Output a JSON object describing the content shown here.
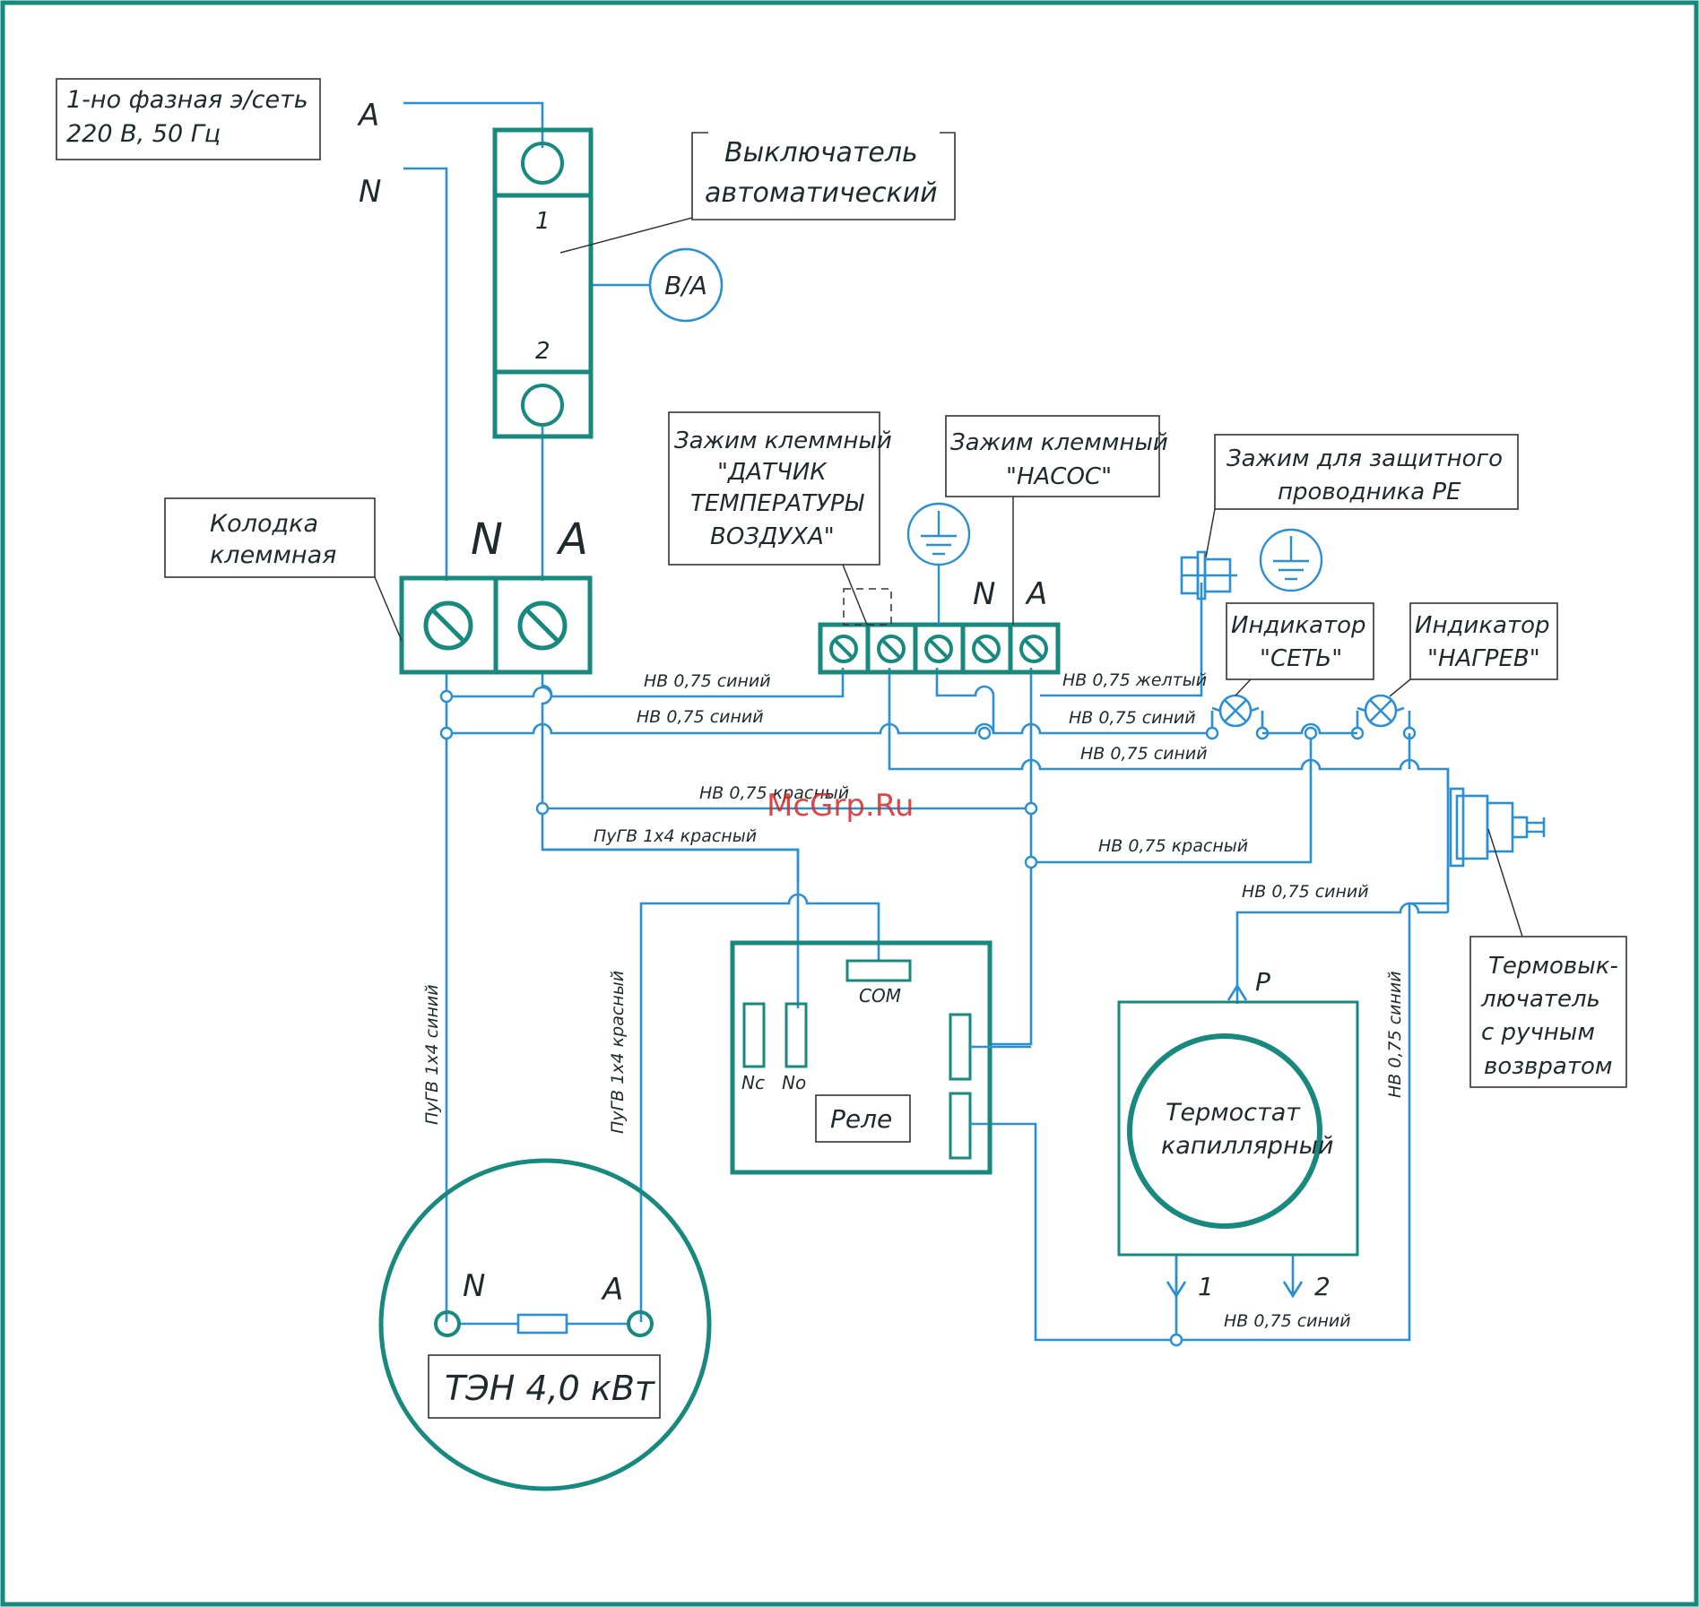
{
  "colors": {
    "frame": "#17897e",
    "wire": "#2a8fd4",
    "text": "#1e2a2e",
    "watermark": "#d42a2a"
  },
  "supply": {
    "line1": "1-но фазная э/сеть",
    "line2": "220 В, 50 Гц",
    "phase": "А",
    "neutral": "N"
  },
  "breaker": {
    "label1": "Выключатель",
    "label2": "автоматический",
    "pin1": "1",
    "pin2": "2",
    "badge": "В/А"
  },
  "terminal_block": {
    "label1": "Колодка",
    "label2": "клеммная",
    "n": "N",
    "a": "А"
  },
  "sensor_clamp": {
    "line1": "Зажим клеммный",
    "line2": "\"ДАТЧИК",
    "line3": "ТЕМПЕРАТУРЫ",
    "line4": "ВОЗДУХА\""
  },
  "pump_clamp": {
    "line1": "Зажим клеммный",
    "line2": "\"НАСОС\"",
    "n": "N",
    "a": "А"
  },
  "pe_clamp": {
    "line1": "Зажим для защитного",
    "line2": "проводника РЕ"
  },
  "indicator_power": {
    "line1": "Индикатор",
    "line2": "\"СЕТЬ\""
  },
  "indicator_heat": {
    "line1": "Индикатор",
    "line2": "\"НАГРЕВ\""
  },
  "thermal_cutout": {
    "line1": "Термовык-",
    "line2": "лючатель",
    "line3": "с ручным",
    "line4": "возвратом"
  },
  "relay": {
    "label": "Реле",
    "com": "COM",
    "nc": "Nc",
    "no": "No"
  },
  "thermostat": {
    "line1": "Термостат",
    "line2": "капиллярный",
    "p": "Р",
    "out1": "1",
    "out2": "2"
  },
  "heater": {
    "label": "ТЭН 4,0 кВт",
    "n": "N",
    "a": "А"
  },
  "wires": {
    "w1": "НВ 0,75 синий",
    "w2": "НВ 0,75 синий",
    "w3": "НВ 0,75 желтый",
    "w4": "НВ 0,75 синий",
    "w5": "НВ 0,75 синий",
    "w6": "НВ 0,75 красный",
    "w7": "ПуГВ 1х4 красный",
    "w8": "НВ 0,75 красный",
    "w9": "НВ 0,75 синий",
    "w10": "ПуГВ 1х4 синий",
    "w11": "ПуГВ 1х4 красный",
    "w12": "НВ 0,75 синий",
    "w13": "НВ 0,75 синий"
  },
  "watermark": "McGrp.Ru"
}
